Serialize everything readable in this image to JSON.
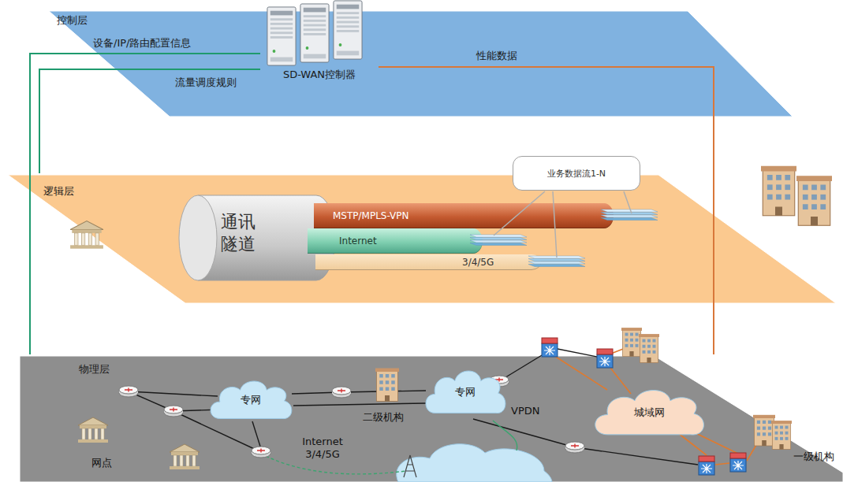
{
  "diagram": {
    "nodes": [
      {
        "text": [
          "控制层"
        ]
      },
      {
        "text": [
          "SD-WAN控制器"
        ],
        "in": 0
      },
      {
        "text": [
          "逻辑层"
        ]
      },
      {
        "text": [
          "通讯 隧道"
        ],
        "in": 2
      },
      {
        "text": [
          "MSTP/MPLS-VPN"
        ],
        "in": 2
      },
      {
        "text": [
          "Internet"
        ],
        "in": 2
      },
      {
        "text": [
          "3/4/5G"
        ],
        "in": 2
      },
      {
        "text": [
          "业务数据流1-N"
        ]
      },
      {
        "text": [
          "物理层"
        ]
      },
      {
        "text": [
          "专网"
        ],
        "in": 8
      },
      {
        "text": [
          "专网"
        ],
        "in": 8
      },
      {
        "text": [
          "城域网"
        ],
        "in": 8
      }
    ],
    "edges": [
      {
        "from": 1,
        "to": 8,
        "arrow": "none",
        "label": "设备/IP/路由配置信息"
      },
      {
        "from": 1,
        "to": 2,
        "arrow": "none",
        "label": "流量调度规则"
      },
      {
        "from": 1,
        "to": 8,
        "arrow": "none",
        "label": "性能数据"
      }
    ],
    "labels": [
      "二级机构",
      "VPDN",
      "网点",
      "Internet 3/4/5G",
      "一级机构"
    ]
  }
}
